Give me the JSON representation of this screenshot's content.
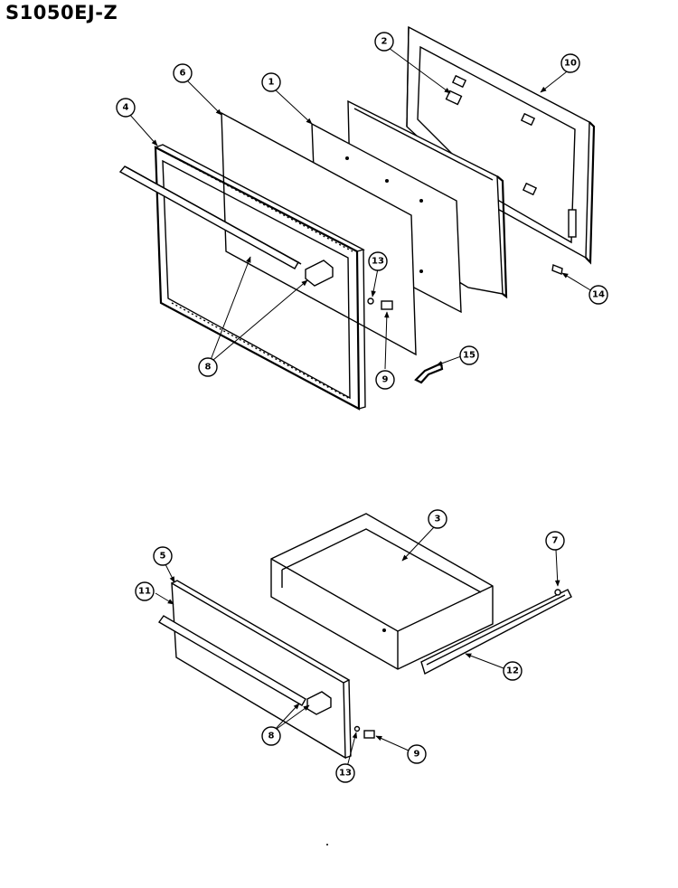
{
  "title": "S1050EJ-Z",
  "callouts": {
    "c1": "1",
    "c2": "2",
    "c3": "3",
    "c4": "4",
    "c5": "5",
    "c6": "6",
    "c7": "7",
    "c8a": "8",
    "c8b": "8",
    "c9a": "9",
    "c9b": "9",
    "c10": "10",
    "c11": "11",
    "c12": "12",
    "c13a": "13",
    "c13b": "13",
    "c14": "14",
    "c15": "15"
  }
}
